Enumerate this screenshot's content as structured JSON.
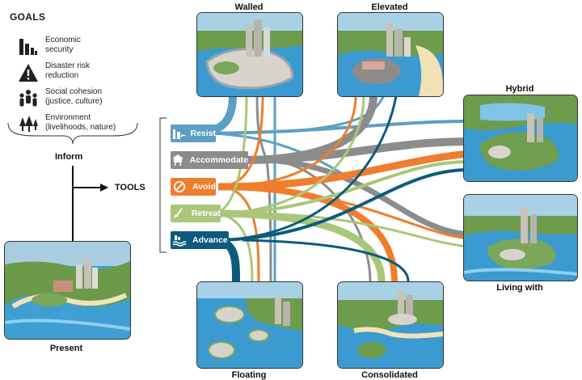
{
  "goals": {
    "title": "GOALS",
    "items": [
      {
        "label": "Economic\nsecurity",
        "icon": "bar-chart-icon"
      },
      {
        "label": "Disaster risk\nreduction",
        "icon": "warning-triangle-icon"
      },
      {
        "label": "Social cohesion\n(justice, culture)",
        "icon": "people-icon"
      },
      {
        "label": "Environment\n(livelihoods, nature)",
        "icon": "trees-icon"
      }
    ]
  },
  "flow_labels": {
    "inform": "Inform",
    "tools": "TOOLS"
  },
  "tools": [
    {
      "label": "Resist",
      "color": "#5b9fc4",
      "icon": "seawall-icon"
    },
    {
      "label": "Accommodate",
      "color": "#8c8c8c",
      "icon": "raised-house-icon"
    },
    {
      "label": "Avoid",
      "color": "#ef7d2d",
      "icon": "prohibited-icon"
    },
    {
      "label": "Retreat",
      "color": "#a9c77a",
      "icon": "shovel-icon"
    },
    {
      "label": "Advance",
      "color": "#0c5b7c",
      "icon": "reclaimed-land-icon"
    }
  ],
  "scenarios": {
    "present": "Present",
    "walled": "Walled",
    "elevated": "Elevated",
    "hybrid": "Hybrid",
    "living_with": "Living with",
    "floating": "Floating",
    "consolidated": "Consolidated"
  }
}
